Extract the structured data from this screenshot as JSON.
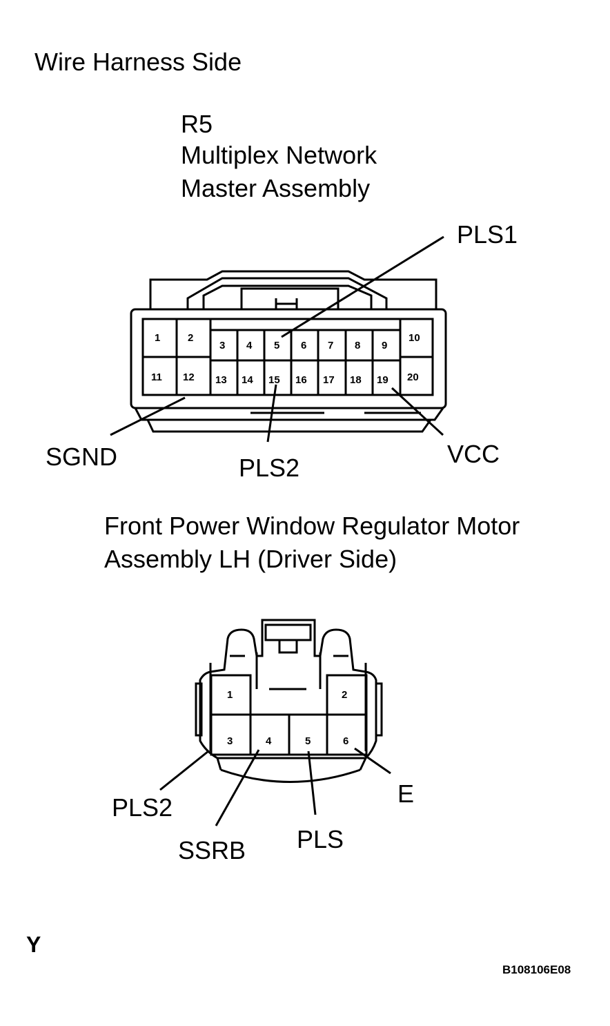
{
  "header": {
    "side_label": "Wire Harness Side"
  },
  "connector1": {
    "code": "R5",
    "name_line1": "Multiplex Network",
    "name_line2": "Master Assembly",
    "pins_top": [
      "1",
      "2",
      "3",
      "4",
      "5",
      "6",
      "7",
      "8",
      "9",
      "10"
    ],
    "pins_bottom": [
      "11",
      "12",
      "13",
      "14",
      "15",
      "16",
      "17",
      "18",
      "19",
      "20"
    ],
    "callouts": {
      "pls1": "PLS1",
      "sgnd": "SGND",
      "pls2": "PLS2",
      "vcc": "VCC"
    }
  },
  "connector2": {
    "name_line1": "Front Power Window Regulator Motor",
    "name_line2": "Assembly LH (Driver Side)",
    "pins": [
      "1",
      "2",
      "3",
      "4",
      "5",
      "6"
    ],
    "callouts": {
      "pls2": "PLS2",
      "ssrb": "SSRB",
      "pls": "PLS",
      "e": "E"
    }
  },
  "footer": {
    "corner_mark": "Y",
    "figure_code": "B108106E08"
  }
}
